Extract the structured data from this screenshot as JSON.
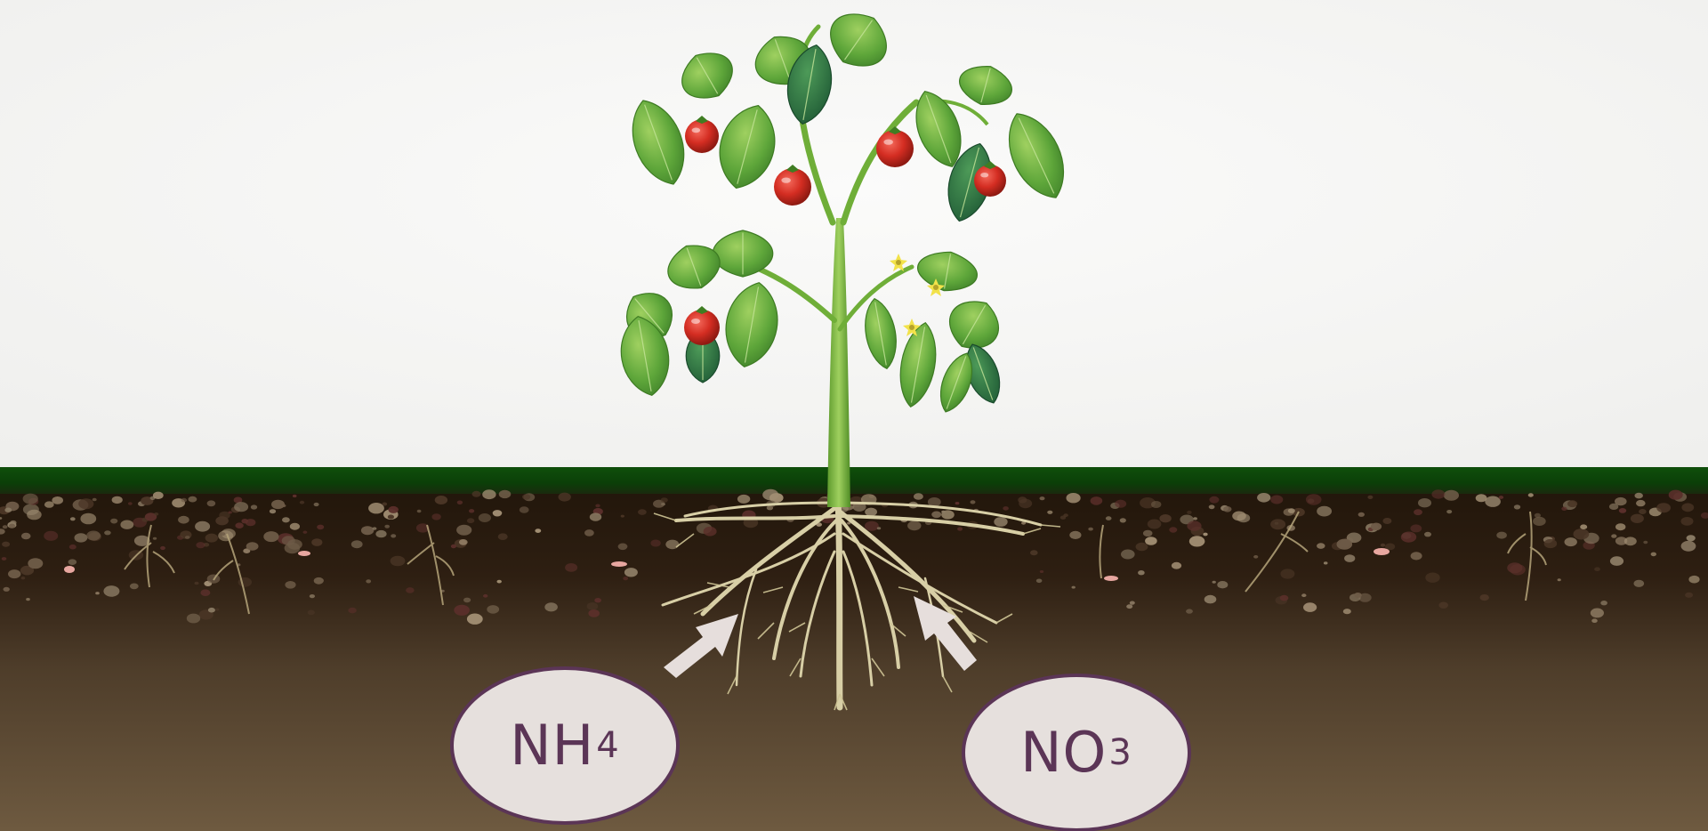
{
  "ions": [
    {
      "id": "nh4",
      "base": "NH",
      "subscript": "4"
    },
    {
      "id": "no3",
      "base": "NO",
      "subscript": "3"
    }
  ],
  "colors": {
    "sky": "#f6f6f5",
    "grass": "#0e4d0b",
    "soil_top": "#2b1b10",
    "soil_bottom": "#6b5840",
    "root": "#d8cfa6",
    "ion_fill": "#e6e0dd",
    "ion_stroke": "#5b3556",
    "ion_text": "#5b3556",
    "arrow": "#e6dedc",
    "leaf": "#5ea63a",
    "leaf_dark": "#2f7541",
    "tomato": "#d42d22",
    "flower": "#f2e24a"
  },
  "icons": [
    "tomato-plant-illustration",
    "root-system",
    "absorption-arrow"
  ]
}
